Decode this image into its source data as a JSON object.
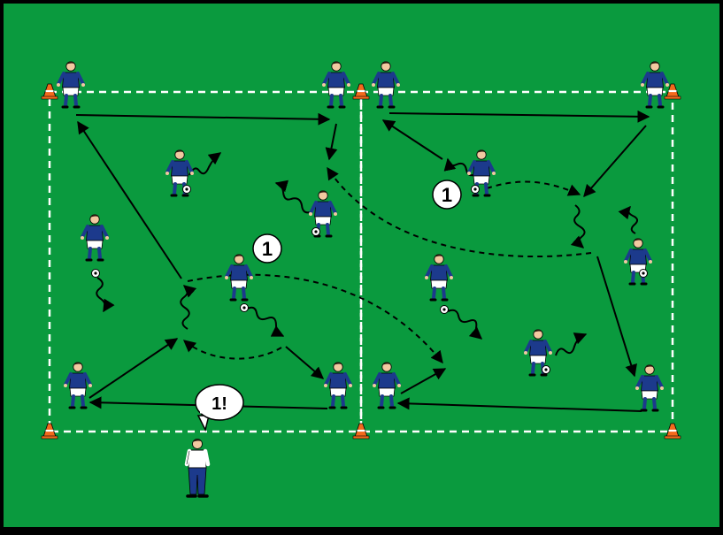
{
  "colors": {
    "pitch": "#0a9a3e",
    "border": "#000000",
    "field_lines": "#ffffff",
    "jersey": "#1c3a8c",
    "shorts": "#ffffff",
    "skin": "#f2c9a0",
    "hair": "#2a1a0e",
    "cone": "#f36a1c",
    "arrow": "#000000",
    "coach_shirt": "#ffffff",
    "coach_pants": "#1c3a8c"
  },
  "labels": {
    "group_left": "1",
    "group_right": "1",
    "coach_callout": "1!"
  },
  "icons": {
    "player": "soccer-player-icon",
    "ball": "soccer-ball-icon",
    "cone": "training-cone-icon",
    "coach": "coach-icon"
  }
}
